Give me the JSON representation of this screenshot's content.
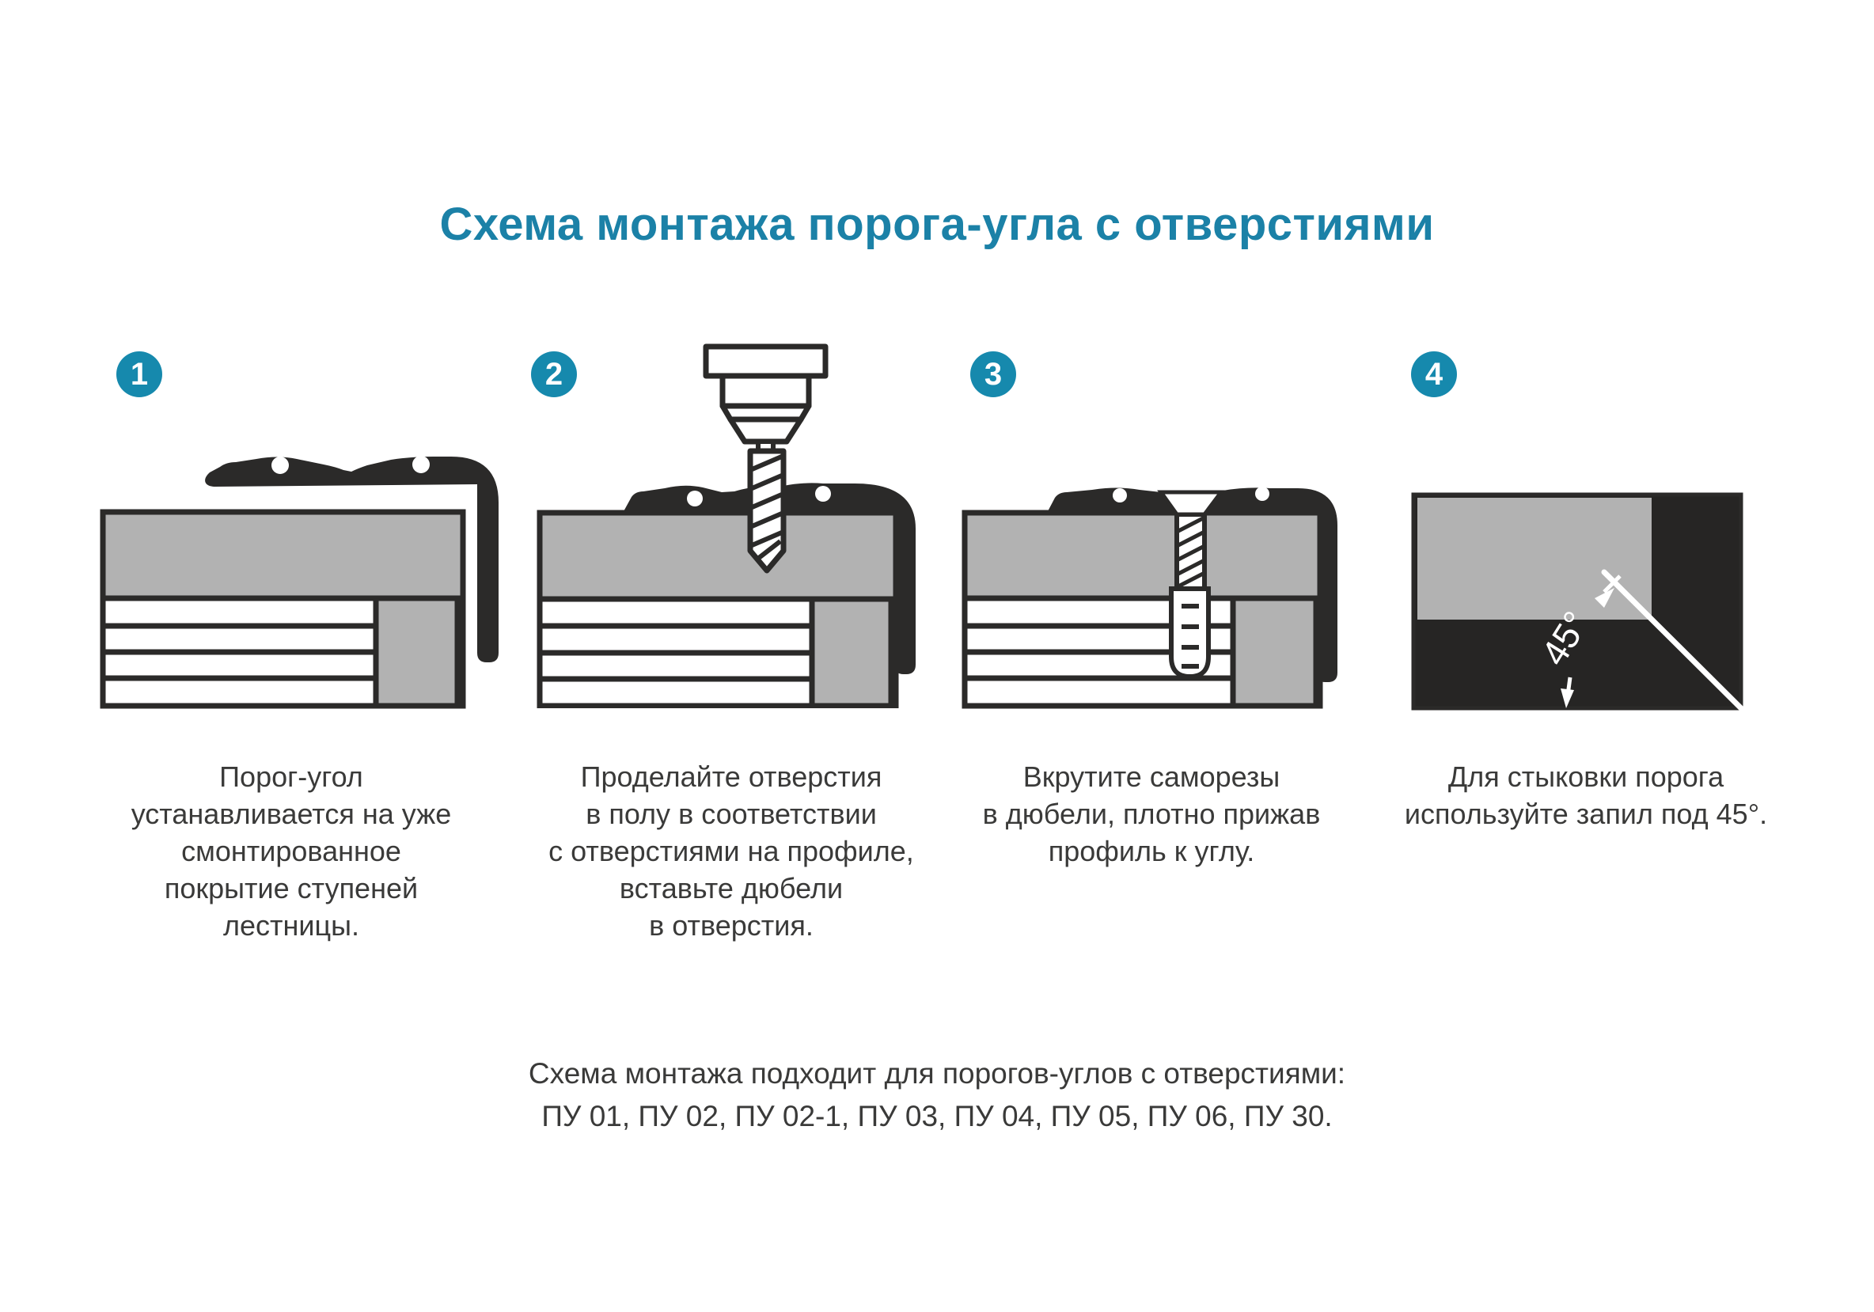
{
  "title": "Схема монтажа порога-угла с отверстиями",
  "colors": {
    "title": "#1b81a7",
    "badge": "#1689ad",
    "diagram_dark": "#2b2a29",
    "diagram_gray": "#b2b2b2",
    "text": "#3a3a39"
  },
  "steps": [
    {
      "number": "1",
      "caption": "Порог-угол\nустанавливается на уже\nсмонтированное\nпокрытие ступеней\nлестницы."
    },
    {
      "number": "2",
      "caption": "Проделайте отверстия\nв полу в соответствии\nс отверстиями на профиле,\nвставьте дюбели\nв отверстия."
    },
    {
      "number": "3",
      "caption": "Вкрутите саморезы\nв дюбели, плотно прижав\nпрофиль к углу."
    },
    {
      "number": "4",
      "caption": "Для стыковки порога\nиспользуйте запил под 45°.",
      "angle_label": "45°"
    }
  ],
  "footer": {
    "line1": "Схема монтажа подходит для порогов-углов с отверстиями:",
    "line2": "ПУ 01, ПУ 02, ПУ 02-1, ПУ 03, ПУ 04, ПУ 05, ПУ 06, ПУ 30."
  }
}
